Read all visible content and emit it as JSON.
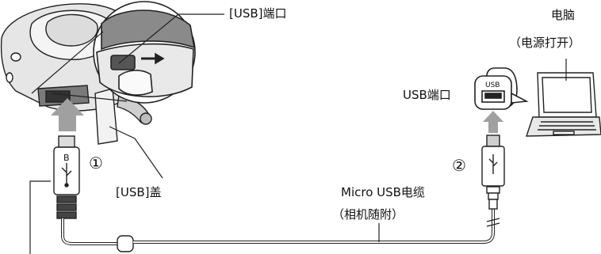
{
  "labels": {
    "usb_port_camera": "[USB]端口",
    "computer": "电脑",
    "computer_power": "（电源打开）",
    "usb_port_pc": "USB端口",
    "usb_cover": "[USB]盖",
    "cable": "Micro USB电缆",
    "cable_note": "（相机随附）",
    "step1": "①",
    "step2": "②",
    "usb_small": "USB",
    "plug_b": "B"
  },
  "colors": {
    "line": "#222222",
    "fill_light": "#f2f2f2",
    "fill_mid": "#bdbdbd",
    "fill_dark": "#6e6e6e",
    "arrow": "#9a9a9a"
  }
}
